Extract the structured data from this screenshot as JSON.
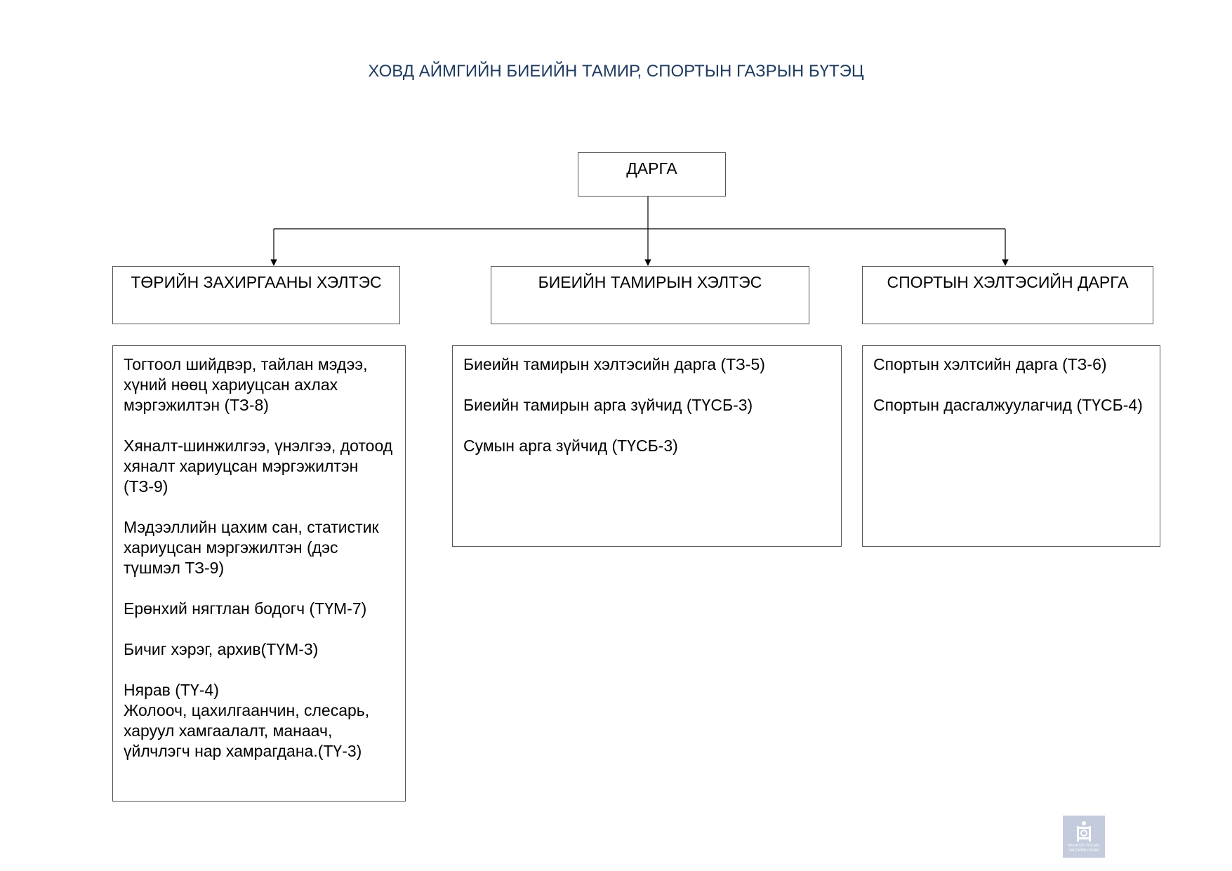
{
  "title": "ХОВД АЙМГИЙН БИЕИЙН ТАМИР, СПОРТЫН ГАЗРЫН БҮТЭЦ",
  "root": {
    "label": "ДАРГА"
  },
  "departments": [
    {
      "label": "ТӨРИЙН ЗАХИРГААНЫ ХЭЛТЭС",
      "items": [
        "Тогтоол шийдвэр, тайлан мэдээ, хүний нөөц хариуцсан ахлах мэргэжилтэн (ТЗ-8)",
        "Хяналт-шинжилгээ, үнэлгээ, дотоод хяналт хариуцсан мэргэжилтэн (ТЗ-9)",
        "Мэдээллийн цахим сан, статистик хариуцсан мэргэжилтэн (дэс түшмэл ТЗ-9)",
        "Ерөнхий нягтлан бодогч (ТҮМ-7)",
        "Бичиг хэрэг, архив(ТҮМ-3)",
        "Нярав (ТҮ-4)",
        "Жолооч, цахилгаанчин, слесарь, харуул хамгаалалт, манаач, үйлчлэгч нар хамрагдана.(ТҮ-3)"
      ]
    },
    {
      "label": "БИЕИЙН ТАМИРЫН ХЭЛТЭС",
      "items": [
        "Биеийн тамирын хэлтэсийн дарга (ТЗ-5)",
        "Биеийн тамирын арга зүйчид (ТҮСБ-3)",
        "Сумын арга зүйчид (ТҮСБ-3)"
      ]
    },
    {
      "label": "СПОРТЫН ХЭЛТЭСИЙН ДАРГА",
      "items": [
        "Спортын хэлтсийн дарга (ТЗ-6)",
        "Спортын дасгалжуулагчид (ТҮСБ-4)"
      ]
    }
  ],
  "logo": {
    "line1": "МОНГОЛ УЛСЫН",
    "line2": "ЗАСГИЙН ГАЗАР"
  },
  "colors": {
    "title": "#1f3b5f",
    "border": "#555555",
    "logo": "#b9c3d6"
  }
}
